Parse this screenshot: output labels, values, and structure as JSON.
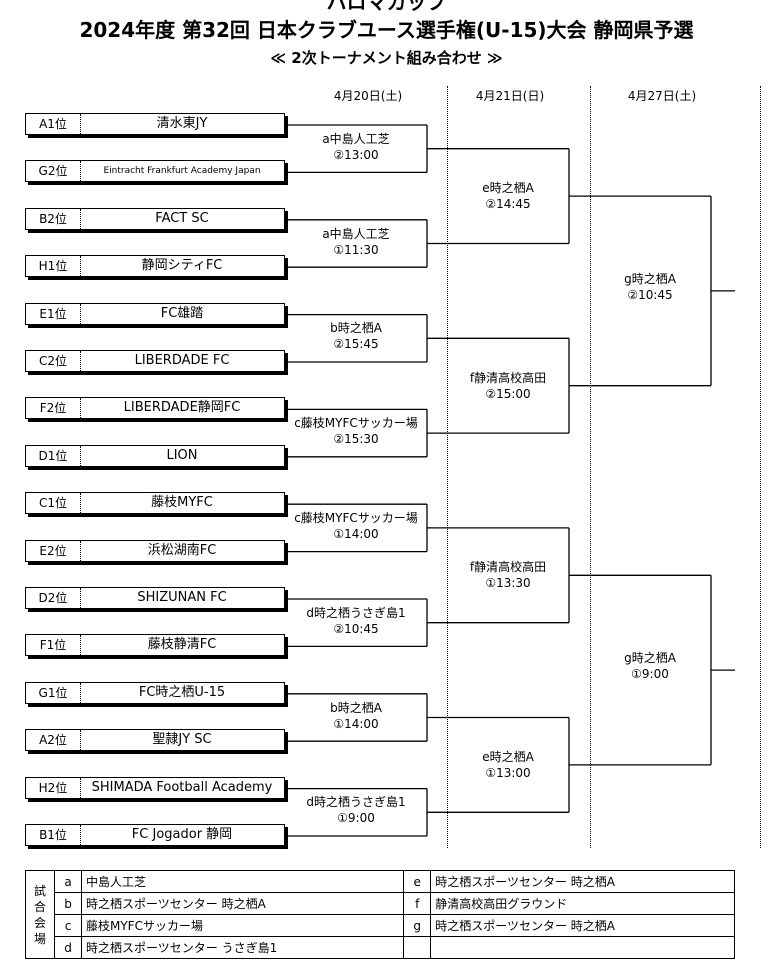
{
  "title": {
    "top": "ハロマカップ",
    "main": "2024年度 第32回 日本クラブユース選手権(U-15)大会 静岡県予選",
    "sub": "≪ 2次トーナメント組み合わせ ≫"
  },
  "dates": [
    "4月20日(土)",
    "4月21日(日)",
    "4月27日(土)"
  ],
  "teams": [
    {
      "pos": "A1位",
      "name": "清水東JY"
    },
    {
      "pos": "G2位",
      "name": "Eintracht Frankfurt Academy Japan"
    },
    {
      "pos": "B2位",
      "name": "FACT SC"
    },
    {
      "pos": "H1位",
      "name": "静岡シティFC"
    },
    {
      "pos": "E1位",
      "name": "FC雄踏"
    },
    {
      "pos": "C2位",
      "name": "LIBERDADE FC"
    },
    {
      "pos": "F2位",
      "name": "LIBERDADE静岡FC"
    },
    {
      "pos": "D1位",
      "name": "LION"
    },
    {
      "pos": "C1位",
      "name": "藤枝MYFC"
    },
    {
      "pos": "E2位",
      "name": "浜松湖南FC"
    },
    {
      "pos": "D2位",
      "name": "SHIZUNAN FC"
    },
    {
      "pos": "F1位",
      "name": "藤枝静清FC"
    },
    {
      "pos": "G1位",
      "name": "FC時之栖U-15"
    },
    {
      "pos": "A2位",
      "name": "聖隷JY SC"
    },
    {
      "pos": "H2位",
      "name": "SHIMADA Football Academy"
    },
    {
      "pos": "B1位",
      "name": "FC Jogador 静岡"
    }
  ],
  "round1": [
    {
      "venue": "a中島人工芝",
      "time": "②13:00"
    },
    {
      "venue": "a中島人工芝",
      "time": "①11:30"
    },
    {
      "venue": "b時之栖A",
      "time": "②15:45"
    },
    {
      "venue": "c藤枝MYFCサッカー場",
      "time": "②15:30"
    },
    {
      "venue": "c藤枝MYFCサッカー場",
      "time": "①14:00"
    },
    {
      "venue": "d時之栖うさぎ島1",
      "time": "②10:45"
    },
    {
      "venue": "b時之栖A",
      "time": "①14:00"
    },
    {
      "venue": "d時之栖うさぎ島1",
      "time": "①9:00"
    }
  ],
  "round2": [
    {
      "venue": "e時之栖A",
      "time": "②14:45"
    },
    {
      "venue": "f静清高校高田",
      "time": "②15:00"
    },
    {
      "venue": "f静清高校高田",
      "time": "①13:30"
    },
    {
      "venue": "e時之栖A",
      "time": "①13:00"
    }
  ],
  "round3": [
    {
      "venue": "g時之栖A",
      "time": "②10:45"
    },
    {
      "venue": "g時之栖A",
      "time": "①9:00"
    }
  ],
  "venues": {
    "label": "試合会場",
    "items": [
      {
        "key": "a",
        "name": "中島人工芝"
      },
      {
        "key": "b",
        "name": "時之栖スポーツセンター 時之栖A"
      },
      {
        "key": "c",
        "name": "藤枝MYFCサッカー場"
      },
      {
        "key": "d",
        "name": "時之栖スポーツセンター うさぎ島1"
      },
      {
        "key": "e",
        "name": "時之栖スポーツセンター 時之栖A"
      },
      {
        "key": "f",
        "name": "静清高校高田グラウンド"
      },
      {
        "key": "g",
        "name": "時之栖スポーツセンター 時之栖A"
      }
    ]
  }
}
